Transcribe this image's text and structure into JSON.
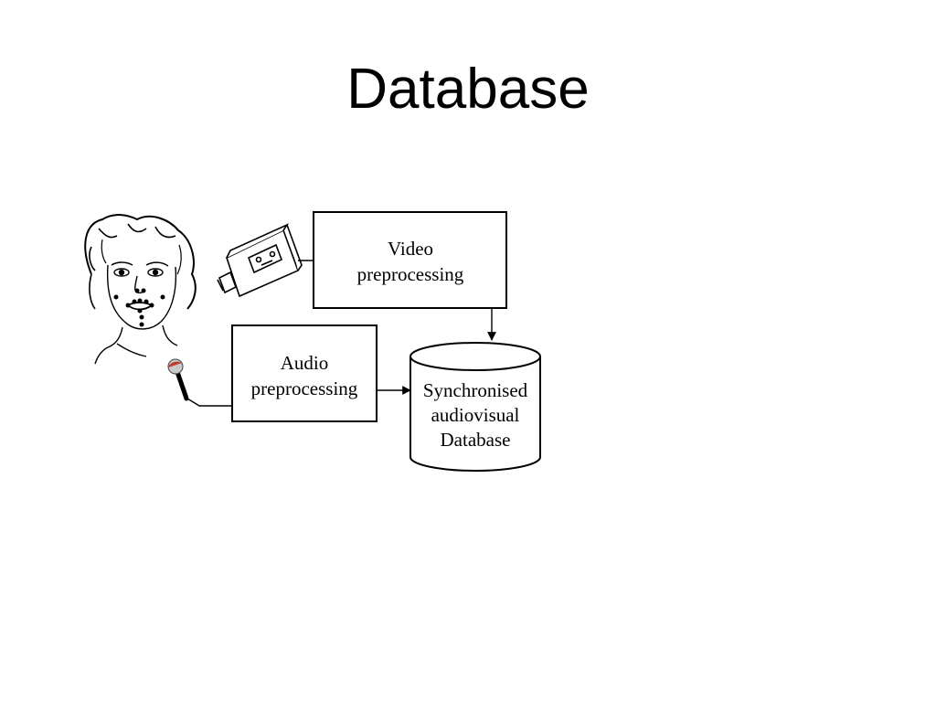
{
  "slide": {
    "title": "Database"
  },
  "diagram": {
    "video_box": {
      "line1": "Video",
      "line2": "preprocessing"
    },
    "audio_box": {
      "line1": "Audio",
      "line2": "preprocessing"
    },
    "database": {
      "line1": "Synchronised",
      "line2": "audiovisual",
      "line3": "Database"
    },
    "icons": {
      "face": "face-with-markers-icon",
      "camera": "video-camera-icon",
      "microphone": "microphone-icon"
    }
  }
}
